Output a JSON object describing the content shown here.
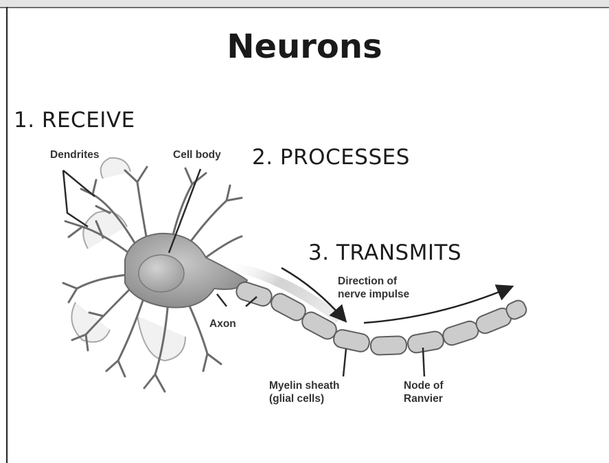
{
  "title": "Neurons",
  "steps": {
    "receive": "1. RECEIVE",
    "processes": "2. PROCESSES",
    "transmits": "3. TRANSMITS"
  },
  "labels": {
    "dendrites": "Dendrites",
    "cell_body": "Cell body",
    "axon": "Axon",
    "direction_line1": "Direction of",
    "direction_line2": "nerve impulse",
    "myelin_line1": "Myelin sheath",
    "myelin_line2": "(glial cells)",
    "node_line1": "Node of",
    "node_line2": "Ranvier"
  }
}
